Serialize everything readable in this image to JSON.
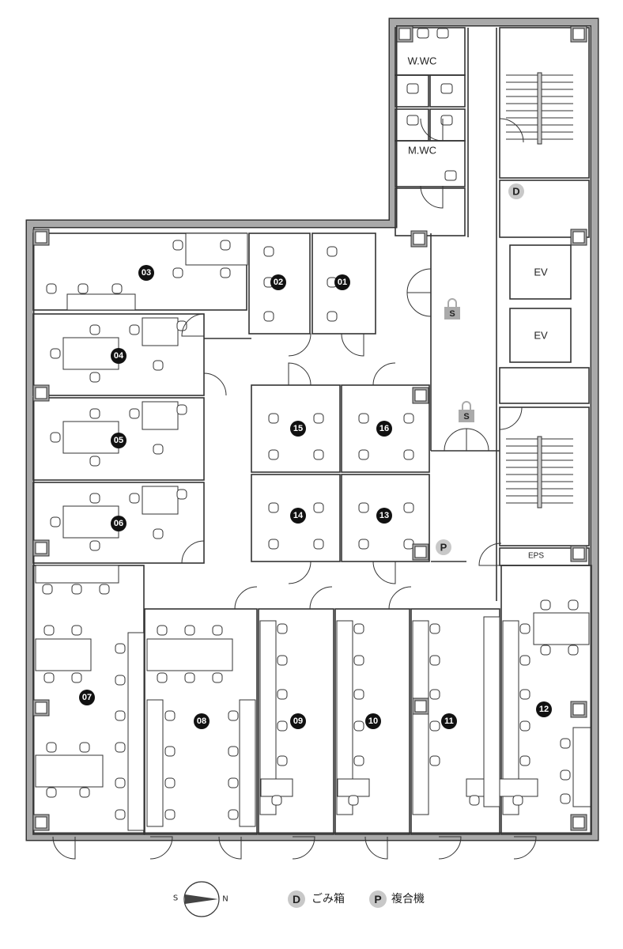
{
  "floorplan": {
    "rooms": [
      {
        "id": "03"
      },
      {
        "id": "02"
      },
      {
        "id": "01"
      },
      {
        "id": "04"
      },
      {
        "id": "05"
      },
      {
        "id": "06"
      },
      {
        "id": "15"
      },
      {
        "id": "16"
      },
      {
        "id": "14"
      },
      {
        "id": "13"
      },
      {
        "id": "07"
      },
      {
        "id": "08"
      },
      {
        "id": "09"
      },
      {
        "id": "10"
      },
      {
        "id": "11"
      },
      {
        "id": "12"
      }
    ],
    "labels": {
      "women_wc": "W.WC",
      "men_wc": "M.WC",
      "elevator_1": "EV",
      "elevator_2": "EV",
      "eps": "EPS",
      "security_1": "S",
      "security_2": "S",
      "trash_marker": "D",
      "printer_marker": "P"
    }
  },
  "legend": {
    "compass_south": "S",
    "compass_north": "N",
    "trash_symbol": "D",
    "trash_label": "ごみ箱",
    "printer_symbol": "P",
    "printer_label": "複合機"
  },
  "colors": {
    "wall": "#a9a9a9",
    "line": "#333333",
    "marker": "#c8c8c8",
    "label_bg": "#111111"
  }
}
